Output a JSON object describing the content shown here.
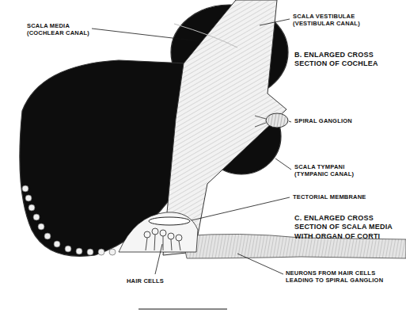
{
  "diagram": {
    "labels": [
      "SCALA MEDIA (COCHLEAR CANAL)",
      "SCALA VESTIBULAE (VESTIBULAR CANAL)",
      "B. ENLARGED CROSS SECTION OF COCHLEA",
      "SPIRAL GANGLION",
      "SCALA TYMPANI (TYMPANIC CANAL)",
      "TECTORIAL MEMBRANE",
      "C. ENLARGED CROSS SECTION OF SCALA MEDIA WITH ORGAN OF CORTI",
      "HAIR CELLS",
      "NEURONS FROM HAIR CELLS LEADING TO SPIRAL GANGLION"
    ]
  }
}
